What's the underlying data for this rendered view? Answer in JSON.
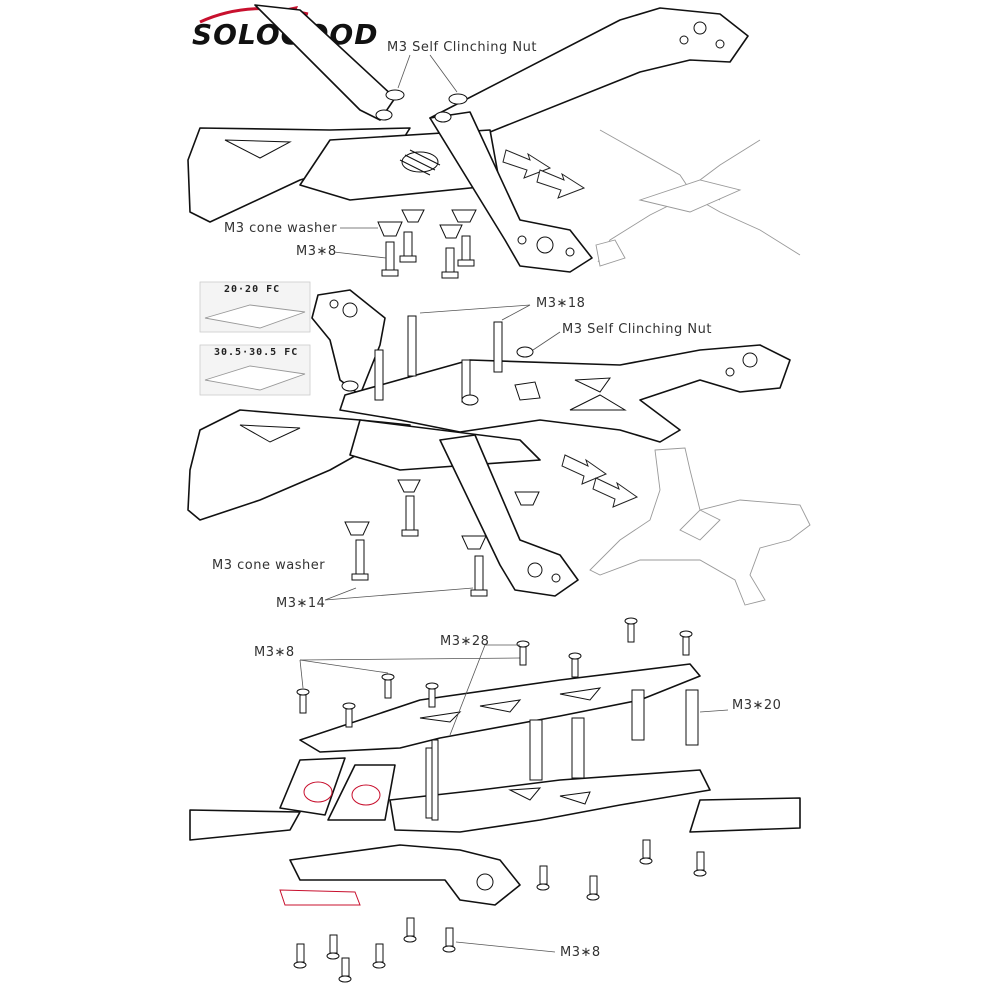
{
  "brand": {
    "logo_text": "SOLOGOOD",
    "accent": "#c8102e"
  },
  "step1": {
    "nut_label": "M3 Self Clinching Nut",
    "washer_label": "M3 cone washer",
    "screw_label": "M3∗8"
  },
  "step2": {
    "fc_small": "20·20 FC",
    "fc_large": "30.5·30.5 FC",
    "standoff_label": "M3∗18",
    "nut_label": "M3 Self Clinching Nut",
    "washer_label": "M3 cone washer",
    "screw_label": "M3∗14"
  },
  "step3": {
    "top_screw_label": "M3∗8",
    "long_screw_label": "M3∗28",
    "standoff_label": "M3∗20",
    "bottom_screw_label": "M3∗8"
  }
}
